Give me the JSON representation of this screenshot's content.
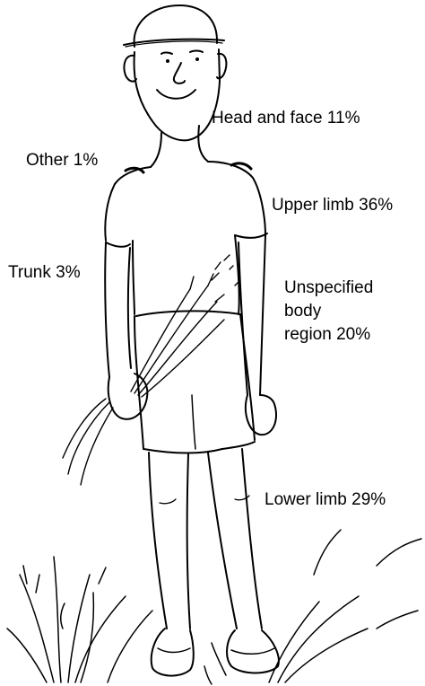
{
  "figure": {
    "illustration": "man-standing-in-grass-sketch",
    "line_color": "#000000",
    "background_color": "#ffffff"
  },
  "labels": {
    "head_face": "Head and face 11%",
    "other": "Other 1%",
    "upper_limb": "Upper limb 36%",
    "trunk": "Trunk 3%",
    "unspecified_line1": "Unspecified",
    "unspecified_line2": "body",
    "unspecified_line3": "region 20%",
    "lower_limb": "Lower limb 29%"
  }
}
